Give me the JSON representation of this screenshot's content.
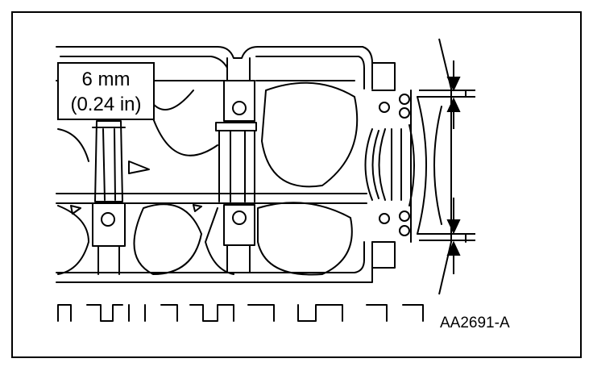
{
  "callout": {
    "metric": "6 mm",
    "imperial": "(0.24 in)"
  },
  "figure_id": "AA2691-A",
  "colors": {
    "line": "#000000",
    "background": "#ffffff"
  }
}
